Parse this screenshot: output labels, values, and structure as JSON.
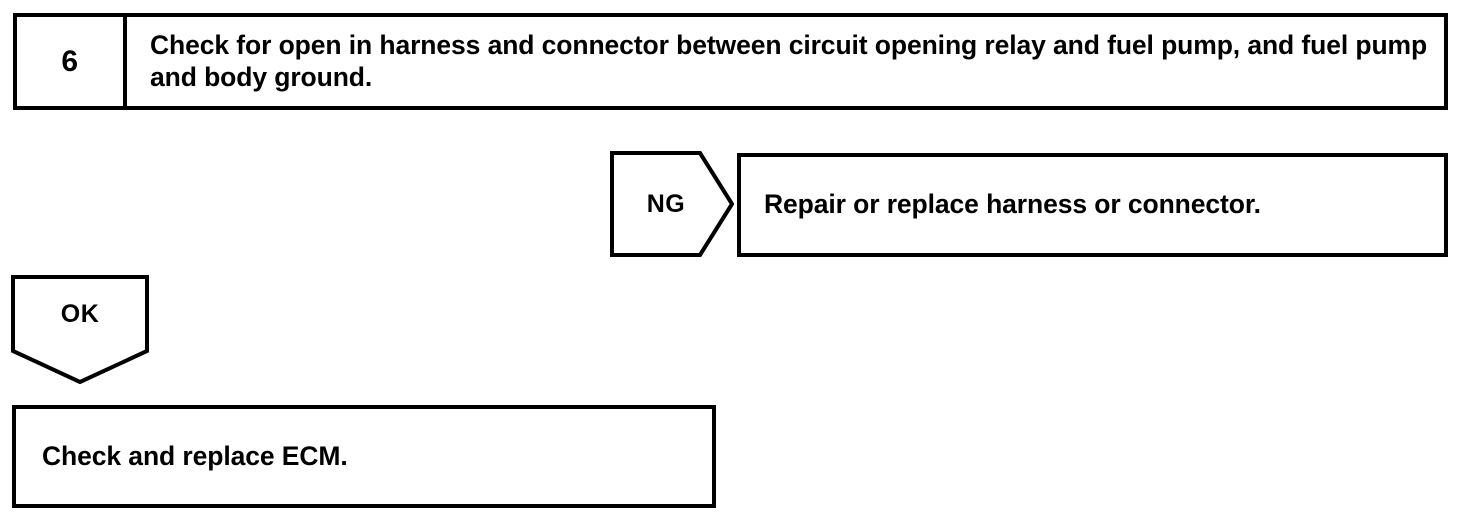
{
  "diagram": {
    "type": "troubleshooting-flowchart",
    "line_color": "#000000",
    "background_color": "#ffffff",
    "step": {
      "number": "6",
      "instruction": "Check for open in harness and connector between circuit opening relay and fuel pump, and fuel pump and body ground."
    },
    "branches": [
      {
        "label": "NG",
        "direction": "right",
        "result": "Repair or replace harness or connector."
      },
      {
        "label": "OK",
        "direction": "down",
        "result": "Check and replace ECM."
      }
    ],
    "ng_branch": {
      "label": "NG",
      "result": "Repair or replace harness or connector."
    },
    "ok_branch": {
      "label": "OK",
      "result": "Check and replace ECM."
    }
  }
}
